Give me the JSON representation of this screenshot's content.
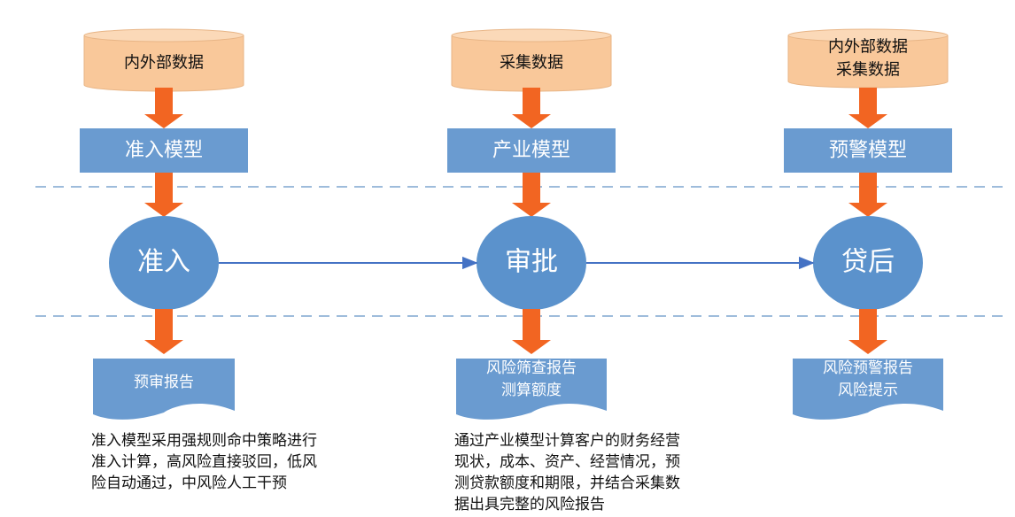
{
  "flows": [
    {
      "source_lines": [
        "内外部数据"
      ],
      "model": "准入模型",
      "stage": "准入",
      "output_lines": [
        "预审报告"
      ],
      "description": "准入模型采用强规则命中策略进行\n准入计算，高风险直接驳回，低风\n险自动通过，中风险人工干预"
    },
    {
      "source_lines": [
        "采集数据"
      ],
      "model": "产业模型",
      "stage": "审批",
      "output_lines": [
        "风险筛查报告",
        "测算额度"
      ],
      "description": "通过产业模型计算客户的财务经营\n现状，成本、资产、经营情况，预\n测贷款额度和期限，并结合采集数\n据出具完整的风险报告"
    },
    {
      "source_lines": [
        "内外部数据",
        "采集数据"
      ],
      "model": "预警模型",
      "stage": "贷后",
      "output_lines": [
        "风险预警报告",
        "风险提示"
      ],
      "description": ""
    }
  ],
  "colors": {
    "cylinder_fill": "#f9c89a",
    "cylinder_top": "#fbd9b8",
    "model_box": "#6a9bd0",
    "stage_circle": "#5b92cc",
    "orange_arrow": "#f26522",
    "blue_arrow": "#4472c4",
    "dashed_line": "#7ea6cf",
    "document_fill": "#6a9bd0"
  },
  "icons": {
    "source": "database-cylinder-icon",
    "output": "document-icon",
    "connector": "arrow-right-icon"
  }
}
